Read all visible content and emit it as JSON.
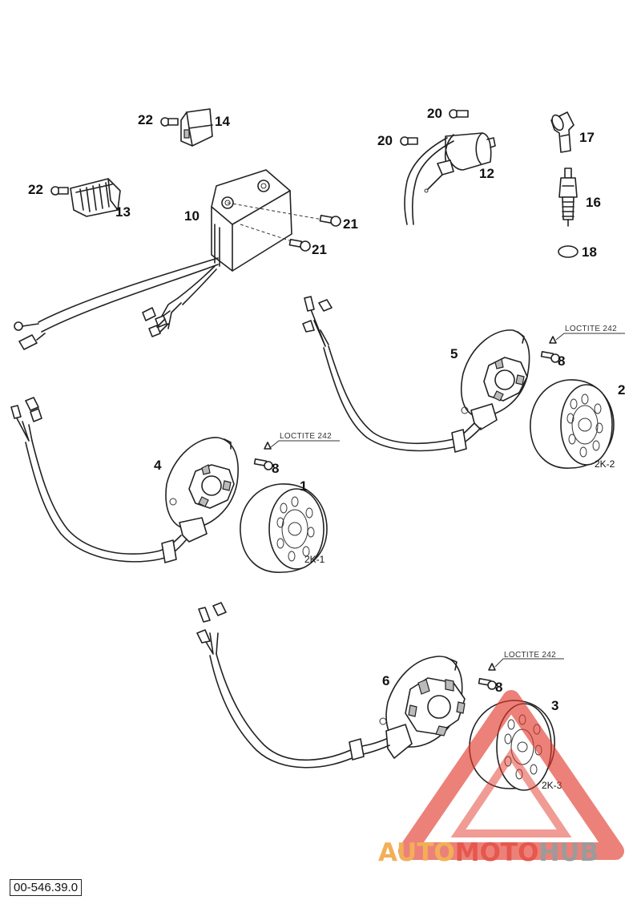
{
  "part_numbers": {
    "p1": "1",
    "p2": "2",
    "p3": "3",
    "p4": "4",
    "p5": "5",
    "p6": "6",
    "p8a": "8",
    "p8b": "8",
    "p8c": "8",
    "p10": "10",
    "p12": "12",
    "p13": "13",
    "p14": "14",
    "p16": "16",
    "p17": "17",
    "p18": "18",
    "p20a": "20",
    "p20b": "20",
    "p21a": "21",
    "p21b": "21",
    "p22a": "22",
    "p22b": "22"
  },
  "variant_labels": {
    "v1": "2K-1",
    "v2": "2K-2",
    "v3": "2K-3"
  },
  "loctite_labels": {
    "l1": "LOCTITE 242",
    "l2": "LOCTITE 242",
    "l3": "LOCTITE 242"
  },
  "drawing_number": "00-546.39.0",
  "watermark": {
    "part1": "AUTO",
    "part2": "MOTO",
    "part3": "HUB",
    "color_orange": "#f0a23c",
    "color_red": "#e23a2e",
    "color_gray": "#8a8a8a"
  }
}
